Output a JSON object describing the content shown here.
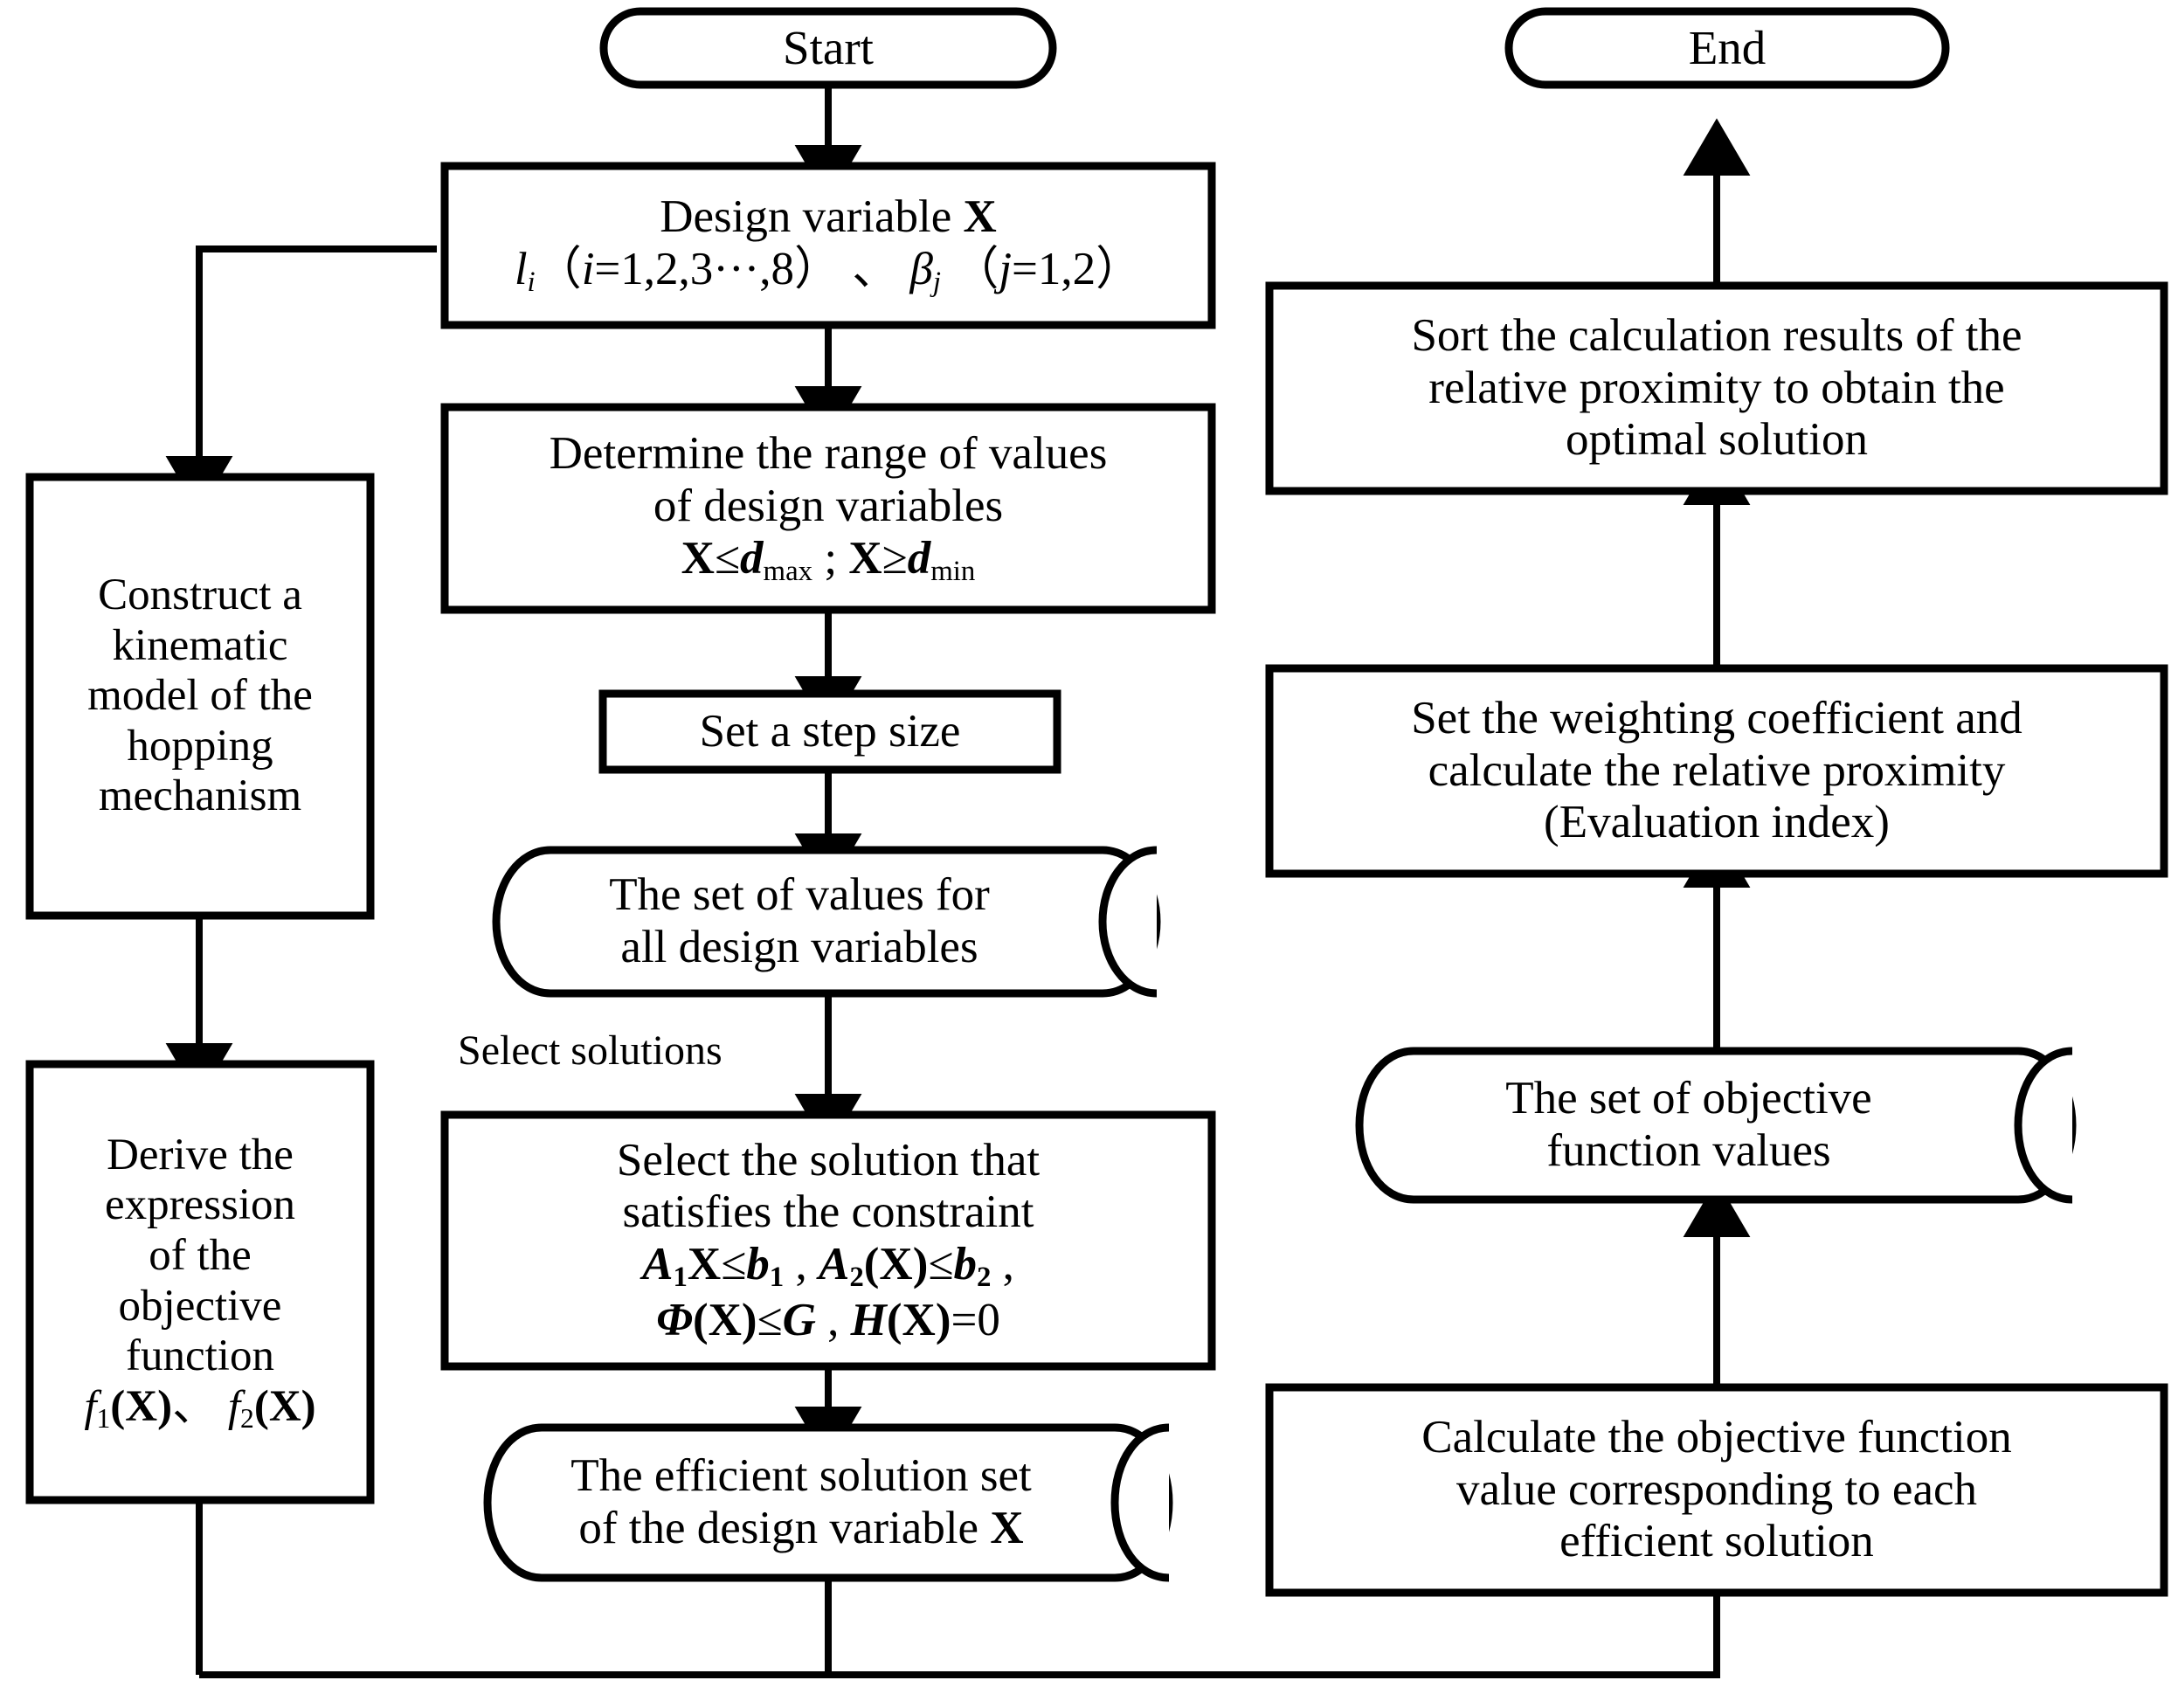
{
  "diagram": {
    "title": "Multi-objective optimization design flowchart",
    "background_color": "#ffffff",
    "stroke_color": "#000000"
  },
  "nodes": {
    "start": {
      "label": "Start",
      "shape": "terminator"
    },
    "end": {
      "label": "End",
      "shape": "terminator"
    },
    "design_variable": {
      "shape": "process",
      "line1": "Design variable X",
      "line2_parts": {
        "l": "l",
        "l_sub": "i",
        "paren1": "（i=1,2,3···,8）",
        "sep": "、",
        "beta": "β",
        "beta_sub": "j",
        "paren2": "（j=1,2）"
      },
      "plain": "Design variable X / l_i (i=1,2,3...,8) 、 β_j (j=1,2)"
    },
    "determine_range": {
      "shape": "process",
      "line1": "Determine the range of values",
      "line2": "of design variables",
      "line3_parts": {
        "x1": "X",
        "le": "≤",
        "dmax": "d",
        "dmax_sub": "max",
        "semi": "; ",
        "x2": "X",
        "ge": "≥",
        "dmin": "d",
        "dmin_sub": "min"
      },
      "plain": "Determine the range of values of design variables X≤d_max ; X≥d_min"
    },
    "set_step": {
      "shape": "process",
      "line1": "Set a  step size"
    },
    "set_values_cyl": {
      "shape": "cylinder",
      "line1": "The set of values for",
      "line2": "all design variables"
    },
    "select_solution": {
      "shape": "process",
      "line1": "Select the solution that",
      "line2": "satisfies the constraint",
      "line3_parts": {
        "a1": "A",
        "a1_sub": "1",
        "x1": "X",
        "le1": "≤",
        "b1": "b",
        "b1_sub": "1",
        "comma1": " , ",
        "a2": "A",
        "a2_sub": "2",
        "x2": "(X)",
        "le2": "≤",
        "b2": "b",
        "b2_sub": "2",
        "comma2": " ,"
      },
      "line4_parts": {
        "phi": "Φ",
        "x3": "(X)",
        "le3": "≤",
        "g": "G",
        "comma3": " , ",
        "h": "H",
        "x4": "(X)",
        "eq": "=0"
      },
      "plain": "Select the solution that satisfies the constraint A1X≤b1 , A2(X)≤b2 , Φ(X)≤G , H(X)=0"
    },
    "efficient_set_cyl": {
      "shape": "cylinder",
      "line1": "The efficient solution set",
      "line2_prefix": "of the design variable ",
      "line2_var": "X"
    },
    "construct_model": {
      "shape": "process",
      "line1": "Construct a",
      "line2": "kinematic",
      "line3": "model of the",
      "line4": "hopping",
      "line5": "mechanism"
    },
    "derive_expression": {
      "shape": "process",
      "line1": "Derive the",
      "line2": "expression",
      "line3": "of the",
      "line4": "objective",
      "line5": "function",
      "line6_parts": {
        "f1": "f",
        "f1_sub": "1",
        "x1": "(X)",
        "sep": "、 ",
        "f2": "f",
        "f2_sub": "2",
        "x2": "(X)"
      },
      "plain": "Derive the expression of the objective function f1(X)、 f2(X)"
    },
    "sort_results": {
      "shape": "process",
      "line1": "Sort the calculation results of the",
      "line2": "relative proximity to obtain the",
      "line3": "optimal solution"
    },
    "set_weighting": {
      "shape": "process",
      "line1": "Set the weighting coefficient and",
      "line2": "calculate the relative proximity",
      "line3": "(Evaluation index)"
    },
    "objective_values_cyl": {
      "shape": "cylinder",
      "line1": "The set of objective",
      "line2": "function values"
    },
    "calculate_objective": {
      "shape": "process",
      "line1": "Calculate the objective function",
      "line2": "value corresponding to each",
      "line3": "efficient solution"
    }
  },
  "edge_labels": {
    "select_solutions": "Select solutions"
  }
}
